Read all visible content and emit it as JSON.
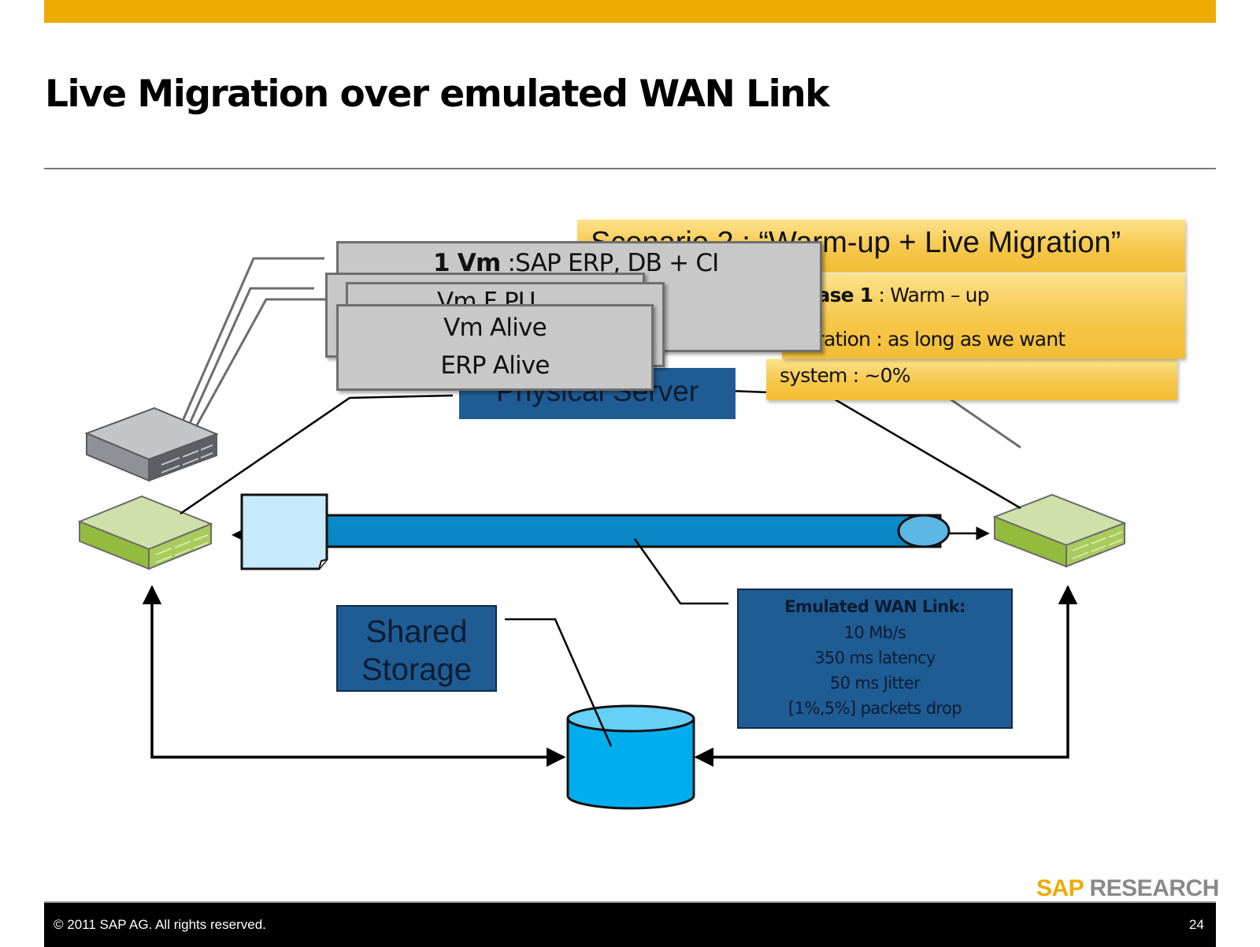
{
  "slide": {
    "title": "Live Migration over emulated WAN Link",
    "page_number": "24",
    "copyright": "© 2011 SAP AG. All rights reserved.",
    "logo": {
      "sap": "SAP",
      "research": "RESEARCH"
    }
  },
  "colors": {
    "accent_bar": "#eeab00",
    "navy_label": "#1f5c94",
    "wan_pipe": "#0a8ccc",
    "storage": "#00aeef",
    "server_green": "#9cc24a",
    "server_gray": "#8e9196",
    "callout_yellow": "#f6c74a",
    "vm_gray": "#c8c8c8"
  },
  "scenario": {
    "title": "Scenario 2 : “Warm-up + Live Migration”",
    "title_visible": "“Warm-up + Live Migration”",
    "phase_label": "Phase 1",
    "phase_text": " : Warm – up",
    "duration_text": "Duration : as long as we want",
    "system_text": "system : ~0%"
  },
  "vm_stack": {
    "title_bold": "1 Vm",
    "title_rest": " :SAP ERP, DB + CI",
    "subtitle_partial": "Vm  F                      PU",
    "vm_alive": "Vm Alive",
    "erp_alive": "ERP Alive"
  },
  "labels": {
    "physical_server": "Physical Server",
    "shared_storage_line1": "Shared",
    "shared_storage_line2": "Storage"
  },
  "wan_link": {
    "title": "Emulated WAN Link:",
    "bandwidth": "10 Mb/s",
    "latency": "350 ms latency",
    "jitter": "50 ms Jitter",
    "packet_drop": "[1%,5%] packets drop"
  },
  "nodes": [
    {
      "id": "management-server",
      "kind": "server-gray"
    },
    {
      "id": "source-host",
      "kind": "server-green"
    },
    {
      "id": "destination-host",
      "kind": "server-green"
    },
    {
      "id": "shared-storage",
      "kind": "storage-cylinder"
    },
    {
      "id": "vm-image",
      "kind": "document"
    },
    {
      "id": "wan-pipe",
      "kind": "pipe"
    }
  ]
}
